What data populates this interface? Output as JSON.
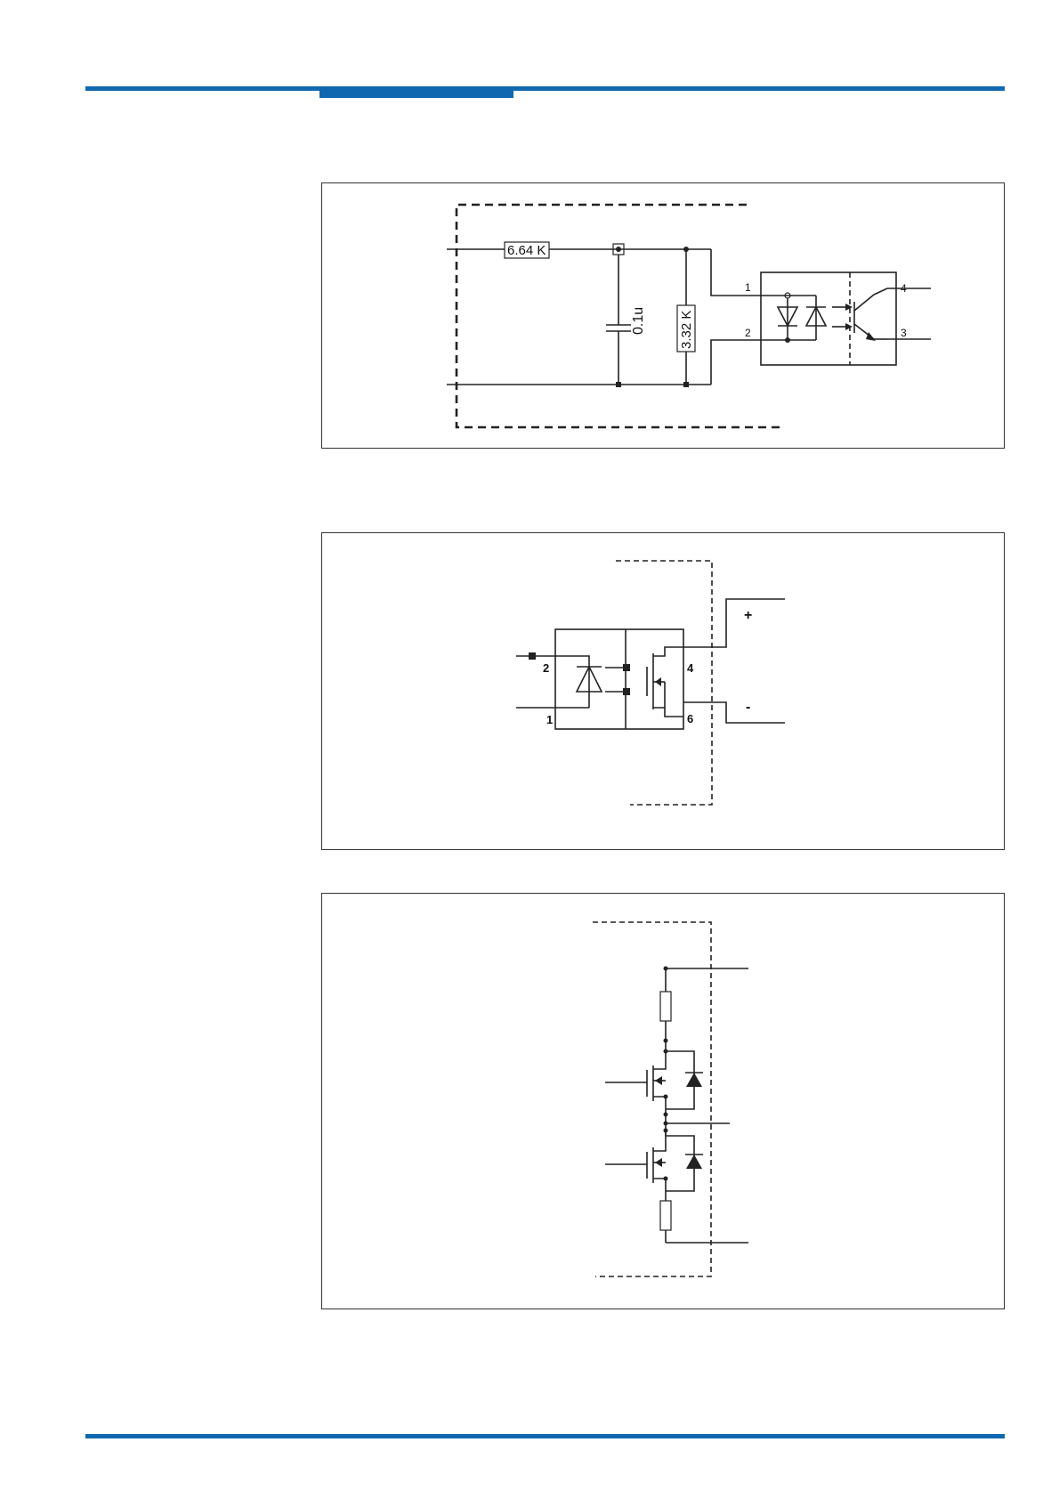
{
  "colors": {
    "rule": "#1068b0",
    "ink": "#222222"
  },
  "figure1": {
    "resistor_1": "6.64 K",
    "capacitor": "0.1u",
    "resistor_2": "3.32 K",
    "pins": [
      "1",
      "2",
      "4",
      "3"
    ]
  },
  "figure2": {
    "pins": [
      "2",
      "1",
      "4",
      "6"
    ],
    "plus": "+",
    "minus": "-"
  },
  "figure3": {}
}
